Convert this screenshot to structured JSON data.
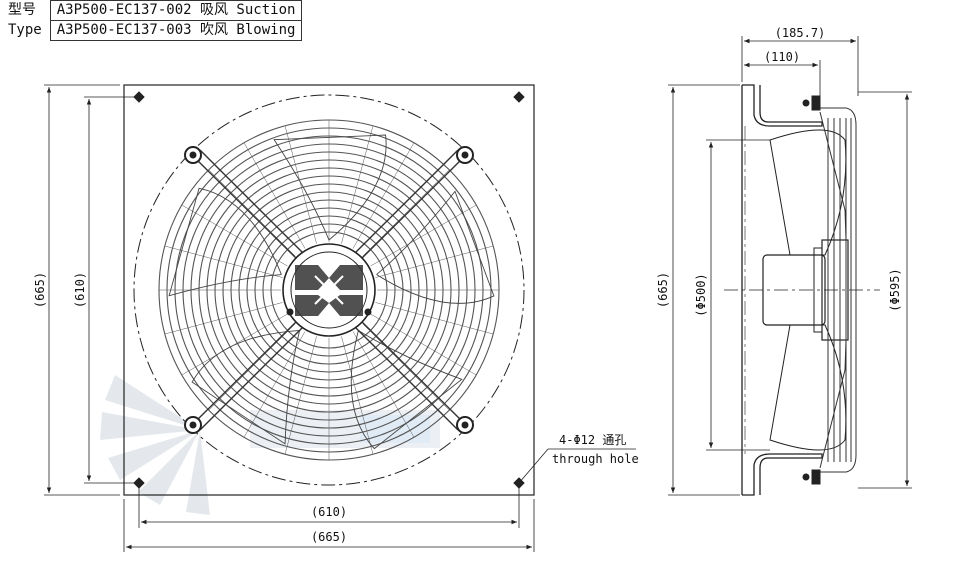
{
  "spec_table": {
    "rows": [
      {
        "label": "型号",
        "model": "A3P500-EC137-002 吸风 Suction"
      },
      {
        "label": "Type",
        "model": "A3P500-EC137-003 吹风 Blowing"
      }
    ]
  },
  "front_view": {
    "dim_height_outer": "(665)",
    "dim_height_inner": "(610)",
    "dim_width_inner": "(610)",
    "dim_width_outer": "(665)",
    "hole_note_line1": "4-Φ12 通孔",
    "hole_note_line2": "through hole"
  },
  "side_view": {
    "dim_depth_total": "(185.7)",
    "dim_depth_front": "(110)",
    "dim_height": "(665)",
    "dim_impeller_dia": "(Φ500)",
    "dim_guard_dia": "(Φ595)"
  },
  "colors": {
    "line": "#222222",
    "guard": "#555555",
    "watermark": "#cfd6de",
    "watermark_accent": "#c8dcf0"
  }
}
